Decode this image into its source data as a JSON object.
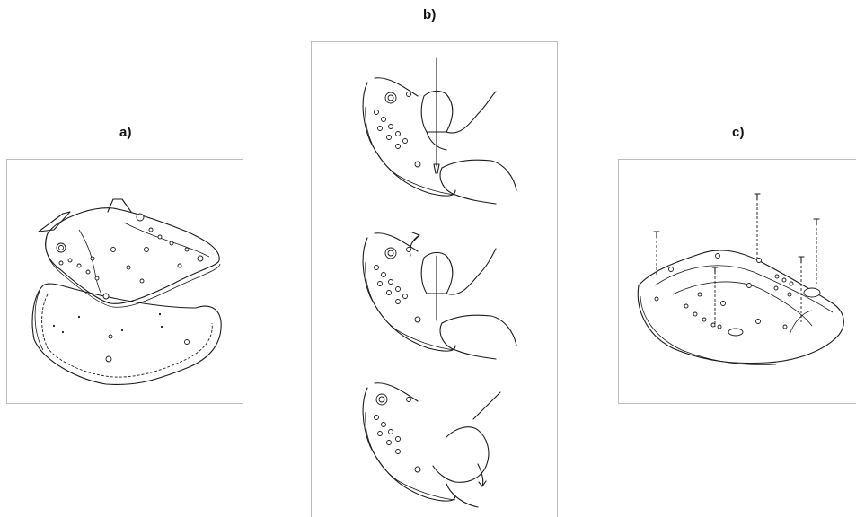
{
  "labels": {
    "a": "a)",
    "b": "b)",
    "c": "c)"
  },
  "colors": {
    "line": "#1a1a1a",
    "panel_border": "#bdbdbd",
    "background": "#ffffff"
  }
}
